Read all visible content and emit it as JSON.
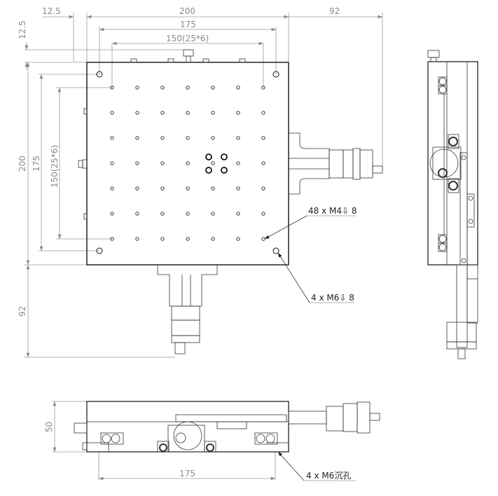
{
  "drawing": {
    "top_view": {
      "dims": {
        "edge_offset_x": "12.5",
        "width": "200",
        "knob_extent_x": "92",
        "mount_spacing_x": "175",
        "grid_span_x": "150(25*6)",
        "edge_offset_y": "12.5",
        "height": "200",
        "mount_spacing_y": "175",
        "grid_span_y": "150(25*6)",
        "knob_extent_y": "92"
      },
      "callouts": {
        "grid_holes": "48 x M4⇩ 8",
        "corner_holes": "4 x M6⇩ 8"
      },
      "hole_grid": {
        "rows": 7,
        "cols": 7,
        "pitch_mm": 25,
        "count": 48
      }
    },
    "front_view": {
      "dims": {
        "height": "50",
        "mount_spacing": "175"
      },
      "callouts": {
        "counterbore": "4 x M6沉孔"
      }
    }
  }
}
